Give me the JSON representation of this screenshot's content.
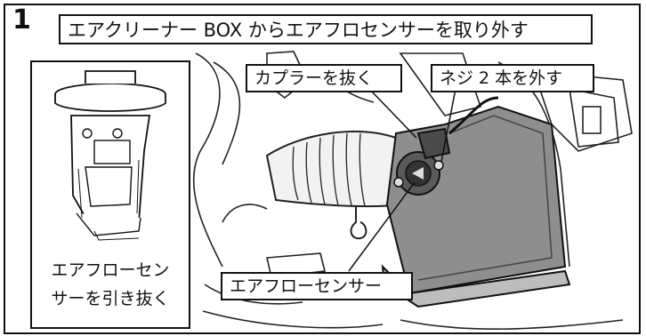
{
  "step": {
    "number": "1"
  },
  "title": "エアクリーナー BOX からエアフロセンサーを取り外す",
  "callouts": {
    "coupler": "カプラーを抜く",
    "screws": "ネジ 2 本を外す",
    "sensor": "エアフローセンサー"
  },
  "inset": {
    "label_line1": "エアフローセン",
    "label_line2": "サーを引き抜く"
  }
}
